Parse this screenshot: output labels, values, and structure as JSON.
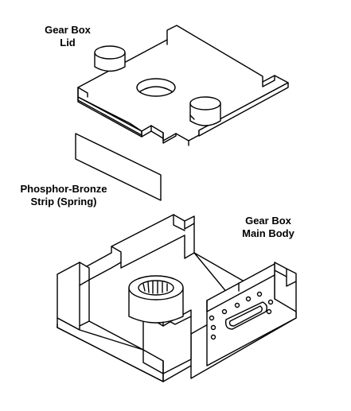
{
  "labels": {
    "lid": [
      "Gear Box",
      "Lid"
    ],
    "spring": [
      "Phosphor-Bronze",
      "Strip  (Spring)"
    ],
    "body": [
      "Gear Box",
      "Main Body"
    ]
  }
}
